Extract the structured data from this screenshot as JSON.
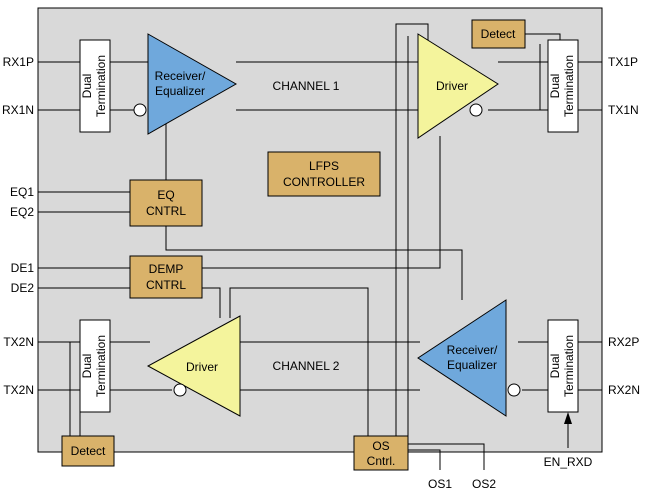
{
  "channel_labels": {
    "ch1": "CHANNEL 1",
    "ch2": "CHANNEL 2"
  },
  "pins_left": {
    "rx1p": "RX1P",
    "rx1n": "RX1N",
    "eq1": "EQ1",
    "eq2": "EQ2",
    "de1": "DE1",
    "de2": "DE2",
    "tx2n_top": "TX2N",
    "tx2n_bottom": "TX2N"
  },
  "pins_right": {
    "tx1p": "TX1P",
    "tx1n": "TX1N",
    "rx2p": "RX2P",
    "rx2n": "RX2N"
  },
  "pins_bottom": {
    "os1": "OS1",
    "os2": "OS2",
    "en_rxd": "EN_RXD"
  },
  "termination": {
    "line1": "Dual",
    "line2": "Termination"
  },
  "amplifiers": {
    "rx1": {
      "line1": "Receiver/",
      "line2": "Equalizer"
    },
    "drv1": "Driver",
    "drv2": "Driver",
    "rx2": {
      "line1": "Receiver/",
      "line2": "Equalizer"
    }
  },
  "blocks": {
    "lfps": {
      "line1": "LFPS",
      "line2": "CONTROLLER"
    },
    "eq": {
      "line1": "EQ",
      "line2": "CNTRL"
    },
    "demp": {
      "line1": "DEMP",
      "line2": "CNTRL"
    },
    "os": {
      "line1": "OS",
      "line2": "Cntrl."
    },
    "detect_top": "Detect",
    "detect_bottom": "Detect"
  },
  "colors": {
    "chip": "#d9d9d9",
    "block": "#d9b26a",
    "receiver": "#6fa8dc",
    "driver": "#f4f49c"
  }
}
